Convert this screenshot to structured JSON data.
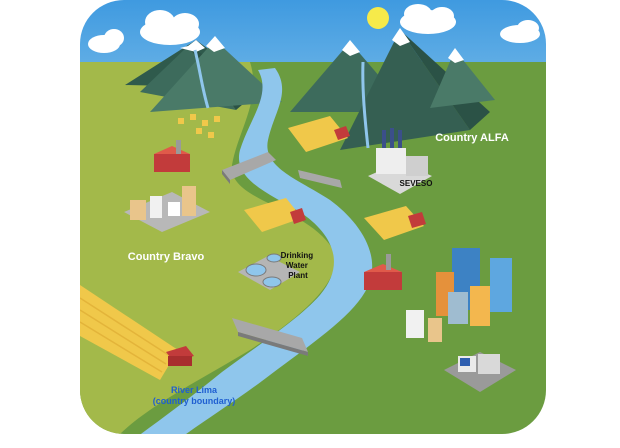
{
  "labels": {
    "country_alfa": "Country ALFA",
    "country_bravo": "Country Bravo",
    "seveso": "SEVESO",
    "drinking_water_plant": [
      "Drinking",
      "Water",
      "Plant"
    ],
    "river_lima": "River Lima",
    "river_boundary": "(country boundary)"
  },
  "colors": {
    "sky": "#4aa3e0",
    "land_left": "#a3b94a",
    "land_right": "#6b9c40",
    "river": "#8fc6ec",
    "mountain": "#3d6b5c",
    "field": "#f0c84a",
    "river_label": "#1f5fd1"
  }
}
